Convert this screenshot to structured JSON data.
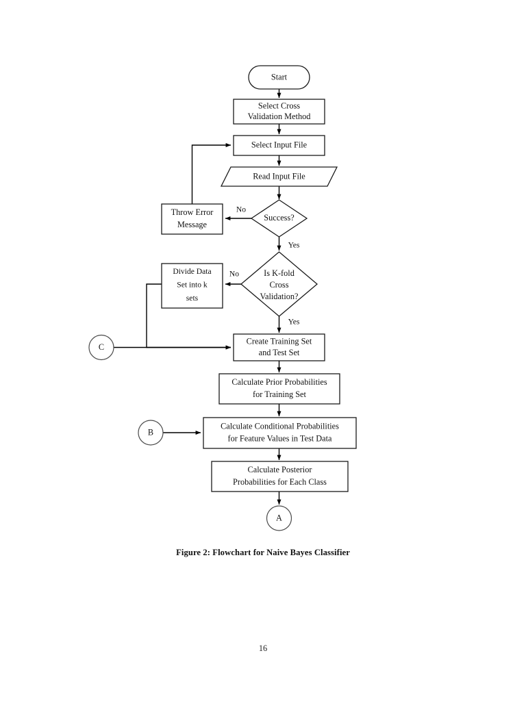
{
  "document": {
    "caption": "Figure 2: Flowchart for Naive Bayes Classifier",
    "page_number": "16",
    "background_color": "#ffffff",
    "ink_color": "#111111"
  },
  "flowchart": {
    "title": "Flowchart for Naive Bayes Classifier",
    "nodes": [
      {
        "id": "start",
        "type": "terminator",
        "label": "Start",
        "lines": [
          "Start"
        ]
      },
      {
        "id": "select_cv",
        "type": "process",
        "label": "Select Cross Validation Method",
        "lines": [
          "Select Cross",
          "Validation Method"
        ]
      },
      {
        "id": "select_input",
        "type": "process",
        "label": "Select Input File",
        "lines": [
          "Select Input File"
        ]
      },
      {
        "id": "read_input",
        "type": "input-output",
        "label": "Read Input File",
        "lines": [
          "Read Input File"
        ]
      },
      {
        "id": "success",
        "type": "decision",
        "label": "Success?",
        "lines": [
          "Success?"
        ]
      },
      {
        "id": "throw_error",
        "type": "process",
        "label": "Throw Error Message",
        "lines": [
          "Throw Error",
          "Message"
        ]
      },
      {
        "id": "is_kfold",
        "type": "decision",
        "label": "Is K-fold Cross Validation?",
        "lines": [
          "Is K-fold",
          "Cross",
          "Validation?"
        ]
      },
      {
        "id": "divide_data",
        "type": "process",
        "label": "Divide Data Set into k sets",
        "lines": [
          "Divide Data",
          "Set into k",
          "sets"
        ]
      },
      {
        "id": "create_sets",
        "type": "process",
        "label": "Create Training Set and Test Set",
        "lines": [
          "Create Training Set",
          "and Test Set"
        ]
      },
      {
        "id": "prior_prob",
        "type": "process",
        "label": "Calculate Prior Probabilities for Training Set",
        "lines": [
          "Calculate Prior Probabilities",
          "for Training Set"
        ]
      },
      {
        "id": "cond_prob",
        "type": "process",
        "label": "Calculate Conditional Probabilities for Feature Values in Test Data",
        "lines": [
          "Calculate Conditional Probabilities",
          "for Feature Values in Test Data"
        ]
      },
      {
        "id": "post_prob",
        "type": "process",
        "label": "Calculate Posterior Probabilities for Each Class",
        "lines": [
          "Calculate Posterior",
          "Probabilities for Each Class"
        ]
      },
      {
        "id": "conn_a",
        "type": "connector",
        "label": "A",
        "lines": [
          "A"
        ]
      },
      {
        "id": "conn_b",
        "type": "connector",
        "label": "B",
        "lines": [
          "B"
        ]
      },
      {
        "id": "conn_c",
        "type": "connector",
        "label": "C",
        "lines": [
          "C"
        ]
      }
    ],
    "edge_labels": {
      "success_no": "No",
      "success_yes": "Yes",
      "kfold_no": "No",
      "kfold_yes": "Yes"
    },
    "edges": [
      {
        "from": "start",
        "to": "select_cv",
        "label": ""
      },
      {
        "from": "select_cv",
        "to": "select_input",
        "label": ""
      },
      {
        "from": "select_input",
        "to": "read_input",
        "label": ""
      },
      {
        "from": "read_input",
        "to": "success",
        "label": ""
      },
      {
        "from": "success",
        "to": "throw_error",
        "label": "No"
      },
      {
        "from": "throw_error",
        "to": "select_input",
        "label": ""
      },
      {
        "from": "success",
        "to": "is_kfold",
        "label": "Yes"
      },
      {
        "from": "is_kfold",
        "to": "divide_data",
        "label": "No"
      },
      {
        "from": "divide_data",
        "to": "create_sets",
        "label": ""
      },
      {
        "from": "is_kfold",
        "to": "create_sets",
        "label": "Yes"
      },
      {
        "from": "conn_c",
        "to": "create_sets",
        "label": ""
      },
      {
        "from": "create_sets",
        "to": "prior_prob",
        "label": ""
      },
      {
        "from": "prior_prob",
        "to": "cond_prob",
        "label": ""
      },
      {
        "from": "conn_b",
        "to": "cond_prob",
        "label": ""
      },
      {
        "from": "cond_prob",
        "to": "post_prob",
        "label": ""
      },
      {
        "from": "post_prob",
        "to": "conn_a",
        "label": ""
      }
    ]
  }
}
